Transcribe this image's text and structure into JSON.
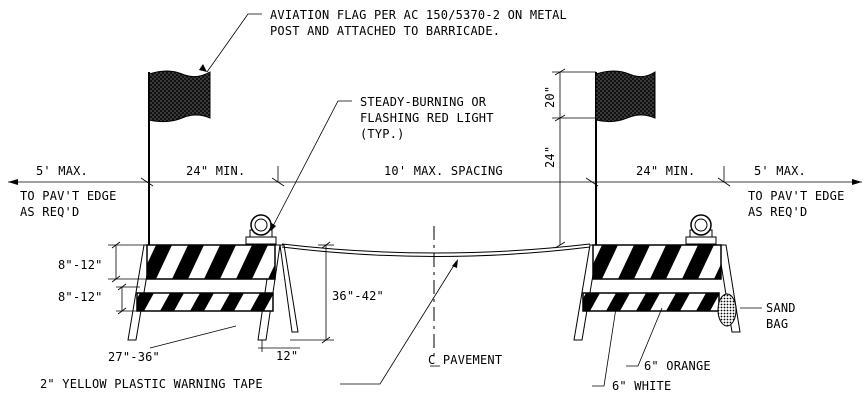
{
  "labels": {
    "aviation_flag_line1": "AVIATION FLAG PER AC 150/5370-2 ON METAL",
    "aviation_flag_line2": "POST AND ATTACHED TO BARRICADE.",
    "light_line1": "STEADY-BURNING OR",
    "light_line2": "FLASHING RED LIGHT",
    "light_line3": "(TYP.)",
    "left_5max": "5' MAX.",
    "left_24min": "24\" MIN.",
    "spacing": "10' MAX. SPACING",
    "right_24min": "24\" MIN.",
    "right_5max": "5' MAX.",
    "left_edge_line1": "TO PAV'T EDGE",
    "left_edge_line2": "AS REQ'D",
    "right_edge_line1": "TO PAV'T EDGE",
    "right_edge_line2": "AS REQ'D",
    "dim_20": "20\"",
    "dim_24": "24\"",
    "rail_upper": "8\"-12\"",
    "rail_lower": "8\"-12\"",
    "rail_length": "27\"-36\"",
    "height": "36\"-42\"",
    "leg_12": "12\"",
    "centerline": "C PAVEMENT",
    "tape": "2\" YELLOW PLASTIC WARNING TAPE",
    "sand_line1": "SAND",
    "sand_line2": "BAG",
    "orange": "6\" ORANGE",
    "white": "6\" WHITE"
  },
  "colors": {
    "ink": "#000000",
    "background": "#ffffff"
  }
}
